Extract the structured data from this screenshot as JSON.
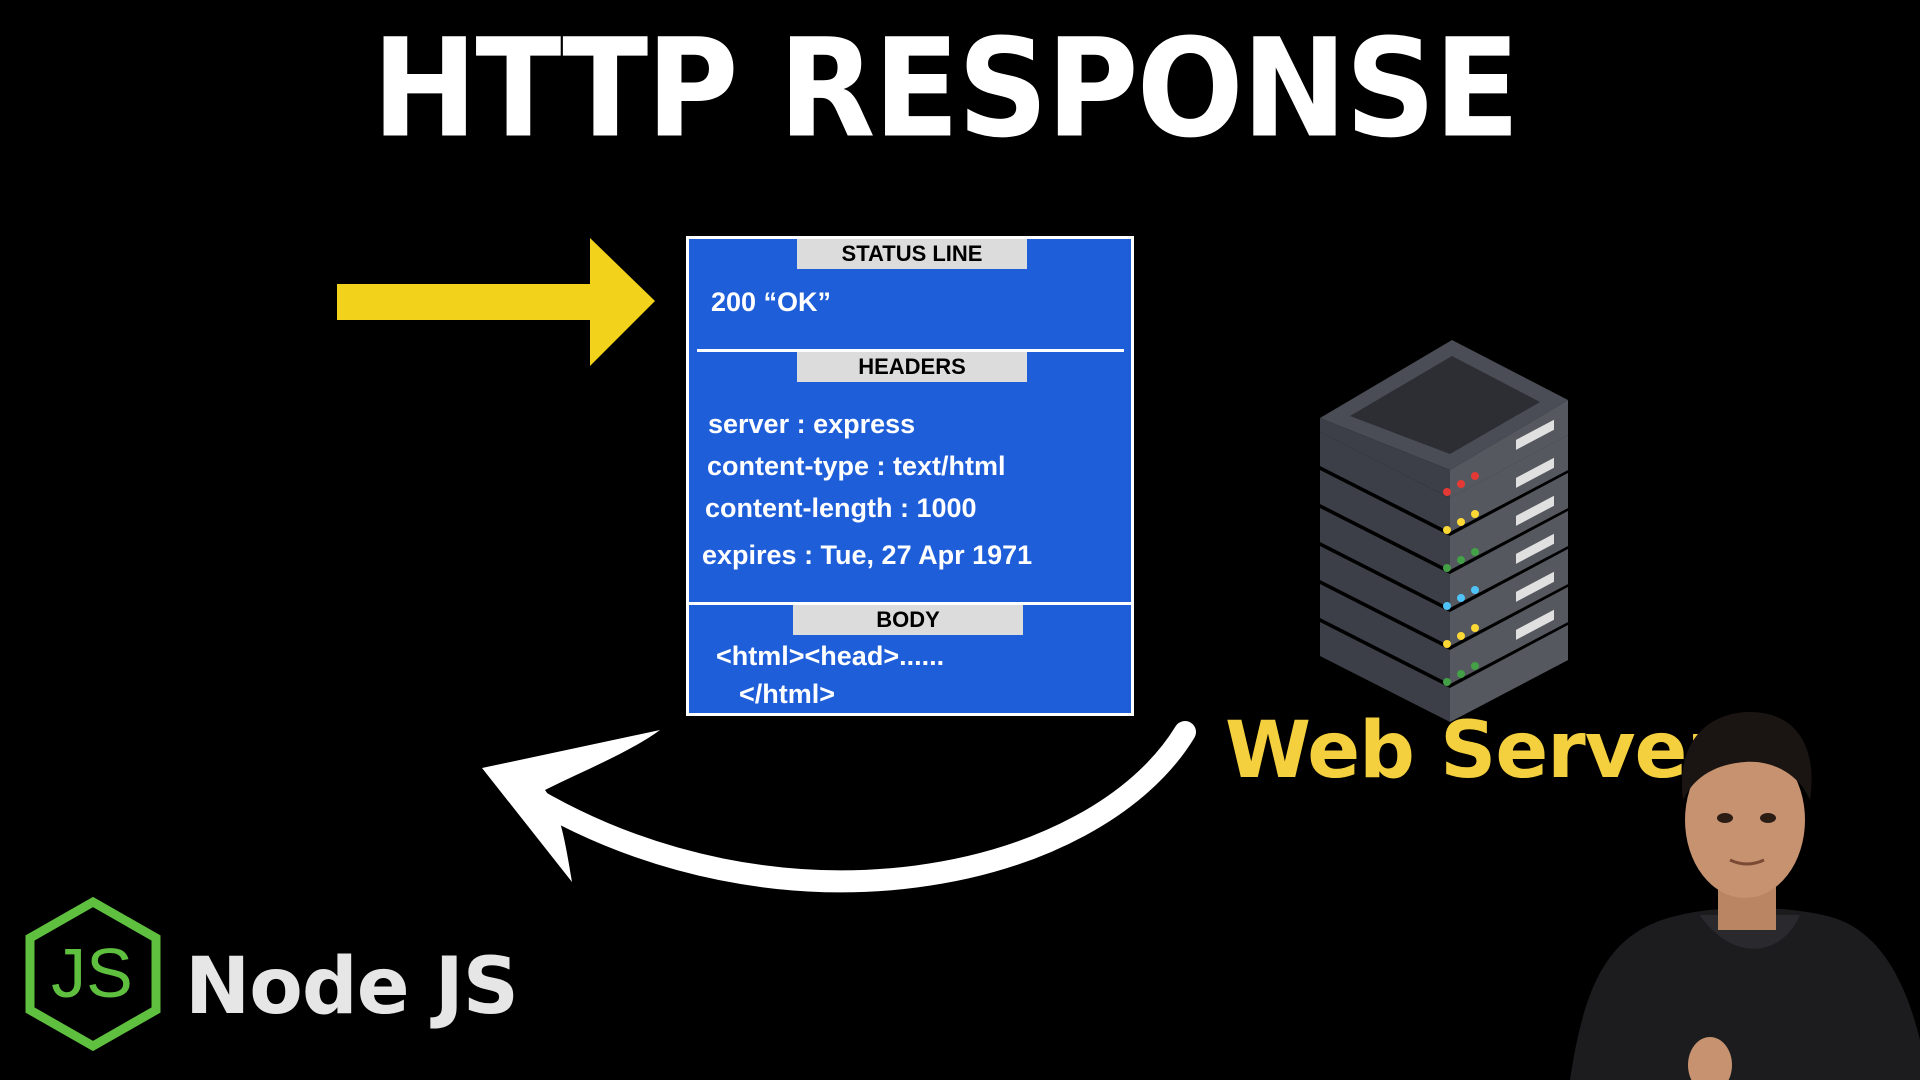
{
  "title": "HTTP RESPONSE",
  "response": {
    "status_line_label": "STATUS LINE",
    "status": "200  “OK”",
    "headers_label": "HEADERS",
    "headers": [
      "server : express",
      "content-type : text/html",
      "content-length : 1000",
      "expires : Tue, 27 Apr 1971"
    ],
    "body_label": "BODY",
    "body_lines": [
      "<html><head>......",
      "</html>"
    ]
  },
  "server_label": "Web Server",
  "logo": {
    "mark": "JS",
    "label": "Node JS"
  },
  "colors": {
    "background": "#000000",
    "title": "#ffffff",
    "response_box": "#1f5ed9",
    "arrow": "#f2d21b",
    "server_label": "#f4d03f",
    "node_green": "#5fbf3f"
  },
  "icons": {
    "incoming_arrow": "yellow-right-arrow-icon",
    "return_arrow": "curved-return-arrow-icon",
    "server": "server-rack-icon",
    "presenter": "presenter-webcam"
  }
}
